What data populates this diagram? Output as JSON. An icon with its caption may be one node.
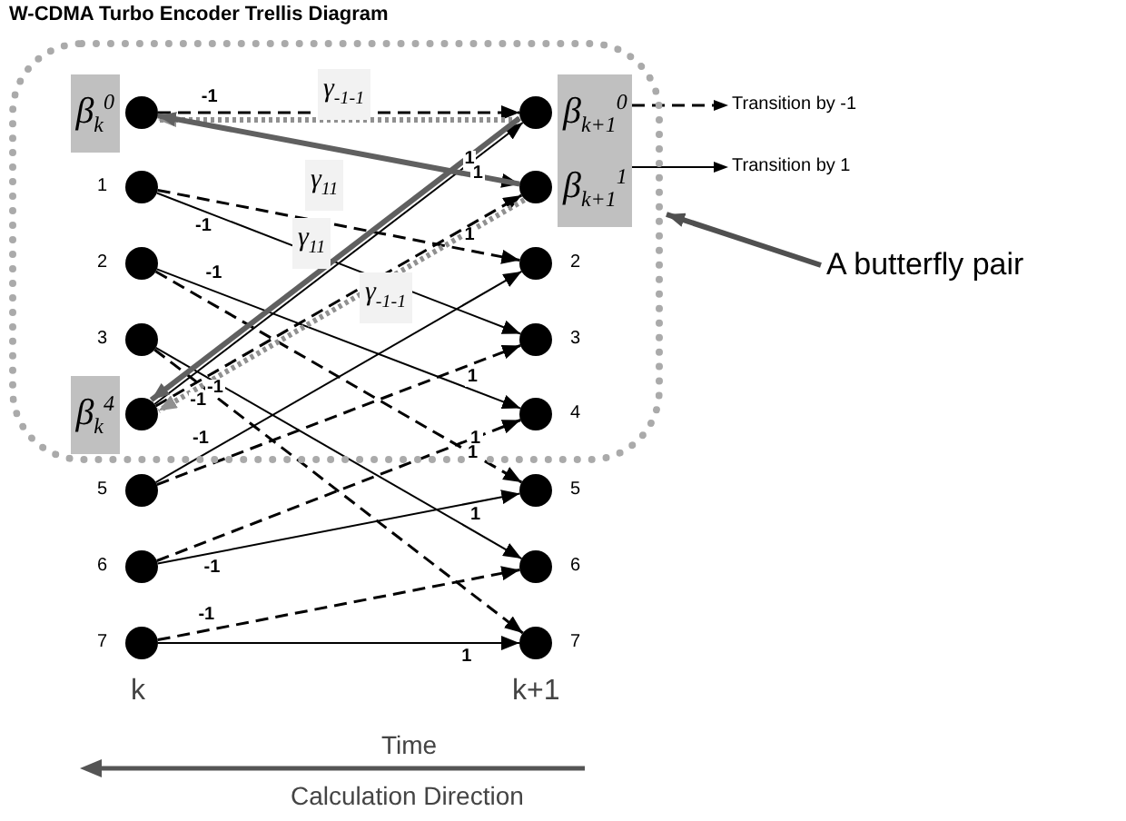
{
  "diagram": {
    "title": "W-CDMA Turbo Encoder Trellis Diagram",
    "nodes": [
      {
        "text": [],
        "shape": "box"
      },
      {
        "text": [],
        "shape": "circle",
        "in": 0,
        "beside": [
          "β$_{k}$$^{0}$"
        ]
      },
      {
        "text": [],
        "shape": "circle",
        "in": 0,
        "beside": [
          "1"
        ]
      },
      {
        "text": [],
        "shape": "circle",
        "in": 0,
        "beside": [
          "2"
        ]
      },
      {
        "text": [],
        "shape": "circle",
        "in": 0,
        "beside": [
          "3"
        ]
      },
      {
        "text": [],
        "shape": "circle",
        "in": 0,
        "beside": [
          "β$_{k}$$^{4}$"
        ]
      },
      {
        "text": [],
        "shape": "circle",
        "beside": [
          "5"
        ]
      },
      {
        "text": [],
        "shape": "circle",
        "beside": [
          "6"
        ]
      },
      {
        "text": [],
        "shape": "circle",
        "beside": [
          "7"
        ]
      },
      {
        "text": [],
        "shape": "circle",
        "in": 0,
        "beside": [
          "β$_{k+1}$$^{0}$"
        ]
      },
      {
        "text": [],
        "shape": "circle",
        "in": 0,
        "beside": [
          "β$_{k+1}$$^{1}$"
        ]
      },
      {
        "text": [],
        "shape": "circle",
        "in": 0,
        "beside": [
          "2"
        ]
      },
      {
        "text": [],
        "shape": "circle",
        "in": 0,
        "beside": [
          "3"
        ]
      },
      {
        "text": [],
        "shape": "circle",
        "in": 0,
        "beside": [
          "4"
        ]
      },
      {
        "text": [],
        "shape": "circle",
        "beside": [
          "5"
        ]
      },
      {
        "text": [],
        "shape": "circle",
        "beside": [
          "6"
        ]
      },
      {
        "text": [],
        "shape": "circle",
        "beside": [
          "7"
        ]
      },
      {
        "text": [
          "A butterfly pair"
        ]
      }
    ],
    "edges": [
      {
        "from": 1,
        "to": 9,
        "arrow": "to",
        "label": "-1",
        "style": "dashed"
      },
      {
        "from": 1,
        "to": 10,
        "arrow": "to",
        "label": "1"
      },
      {
        "from": 2,
        "to": 11,
        "arrow": "to",
        "label": "1",
        "style": "dashed"
      },
      {
        "from": 2,
        "to": 12,
        "arrow": "to",
        "label": "-1"
      },
      {
        "from": 3,
        "to": 13,
        "arrow": "to",
        "label": "-1"
      },
      {
        "from": 3,
        "to": 14,
        "arrow": "to",
        "label": "1",
        "style": "dashed"
      },
      {
        "from": 4,
        "to": 15,
        "arrow": "to",
        "label": "1"
      },
      {
        "from": 4,
        "to": 16,
        "arrow": "to",
        "label": "-1",
        "style": "dashed"
      },
      {
        "from": 5,
        "to": 9,
        "arrow": "to",
        "label": "1"
      },
      {
        "from": 5,
        "to": 10,
        "arrow": "to",
        "label": "-1",
        "style": "dashed"
      },
      {
        "from": 6,
        "to": 11,
        "arrow": "to",
        "label": "-1"
      },
      {
        "from": 6,
        "to": 12,
        "arrow": "to",
        "label": "1",
        "style": "dashed"
      },
      {
        "from": 7,
        "to": 13,
        "arrow": "to",
        "label": "1",
        "style": "dashed"
      },
      {
        "from": 7,
        "to": 14,
        "arrow": "to",
        "label": "-1"
      },
      {
        "from": 8,
        "to": 15,
        "arrow": "to",
        "label": "-1",
        "style": "dashed"
      },
      {
        "from": 8,
        "to": 16,
        "arrow": "to",
        "label": "1"
      },
      {
        "from": 9,
        "to": 1,
        "arrow": "to",
        "label": "γ$_{-1-1}$",
        "style": "dashed",
        "color": "#909090"
      },
      {
        "from": 10,
        "to": 1,
        "arrow": "to",
        "label": "γ$_{11}$",
        "style": "thick",
        "color": "#606060"
      },
      {
        "from": 9,
        "to": 5,
        "arrow": "to",
        "label": "γ$_{11}$",
        "style": "thick",
        "color": "#606060"
      },
      {
        "from": 10,
        "to": 5,
        "arrow": "to",
        "label": "γ$_{-1-1}$",
        "style": "dashed",
        "color": "#909090"
      },
      {
        "from": 17,
        "to": 0,
        "arrow": "to",
        "style": "thick",
        "color": "#505050"
      }
    ],
    "labels": [
      "k",
      "k+1",
      "Time",
      "Calculation Direction"
    ],
    "legend": [
      {
        "text": "Transition by -1"
      },
      {
        "text": "Transition by 1"
      }
    ]
  }
}
